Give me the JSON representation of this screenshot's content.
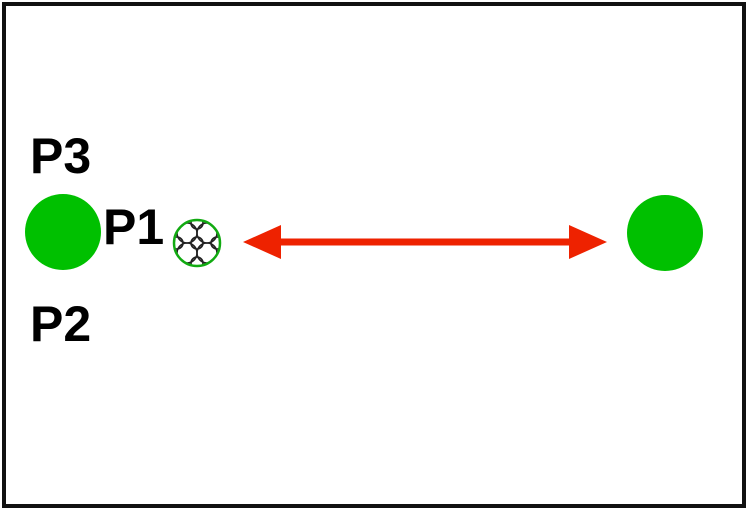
{
  "diagram": {
    "labels": {
      "p3": "P3",
      "p1": "P1",
      "p2": "P2"
    },
    "icons": {
      "ball": "soccer-ball-icon",
      "arrow": "double-headed-arrow-icon"
    },
    "colors": {
      "player": "#00c000",
      "arrow": "#ee2200",
      "border": "#111111",
      "ball_outline": "#11aa11",
      "text": "#000000"
    }
  }
}
